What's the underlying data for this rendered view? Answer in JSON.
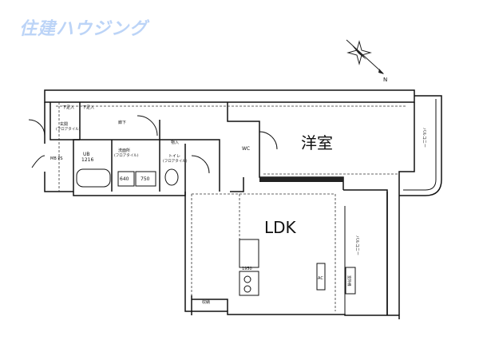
{
  "logo": "住建ハウジング",
  "compass": {
    "label": "N"
  },
  "rooms": {
    "western_room": "洋室",
    "ldk": "LDK",
    "wic": "WC",
    "hallway": "廊下",
    "entrance": "玄関",
    "entrance_floor": "(フロアタイル)",
    "shoe_storage_1": "下足入",
    "shoe_storage_2": "下足入",
    "mb_ps": "MB PS",
    "unit_bath": "UB",
    "unit_bath_size": "1216",
    "washroom": "洗面所",
    "washroom_floor": "(フロアタイル)",
    "toilet": "トイレ",
    "toilet_floor": "(フロアタイル)",
    "storage_1": "物入",
    "storage_2": "収納",
    "vanity_640": "640",
    "washer_750": "750",
    "kitchen_1950": "1950",
    "ac": "AC",
    "balcony_1": "バルコニー",
    "balcony_2": "バルコニー",
    "outdoor_unit": "室外機"
  }
}
